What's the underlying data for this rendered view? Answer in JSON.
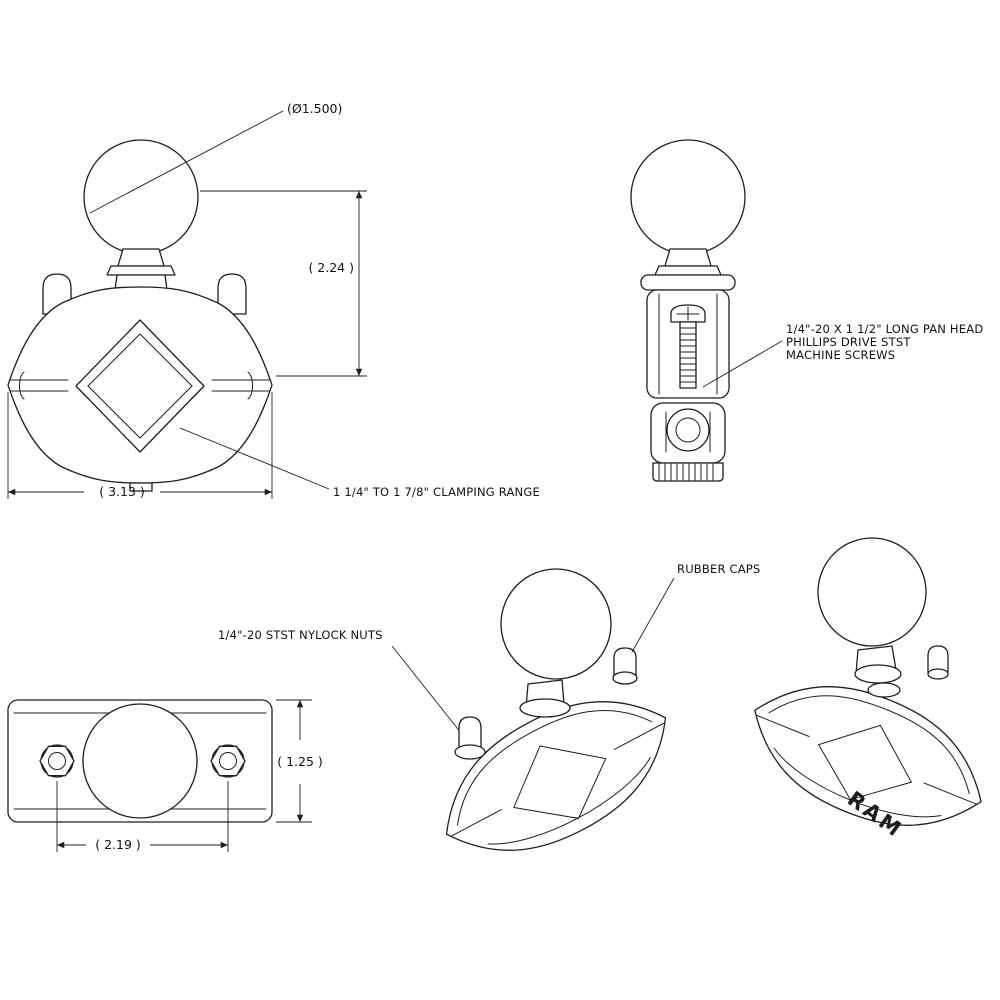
{
  "page": {
    "background": "#ffffff",
    "line_color": "#1f1f1f"
  },
  "front_view": {
    "dim_ball_diameter": "(Ø1.500)",
    "dim_ball_height": "( 2.24 )",
    "dim_clamp_width": "( 3.13 )",
    "label_clamping_range": "1 1/4\" TO 1 7/8\" CLAMPING RANGE"
  },
  "side_view": {
    "label_screws_line1": "1/4\"-20 X 1 1/2\" LONG PAN HEAD",
    "label_screws_line2": "PHILLIPS DRIVE STST",
    "label_screws_line3": "MACHINE SCREWS"
  },
  "top_view": {
    "dim_body_width": "( 1.25 )",
    "dim_screw_spacing": "( 2.19 )",
    "label_nylock_nuts": "1/4\"-20 STST NYLOCK NUTS"
  },
  "iso_views": {
    "label_rubber_caps": "RUBBER CAPS",
    "brand_text": "RAM"
  }
}
